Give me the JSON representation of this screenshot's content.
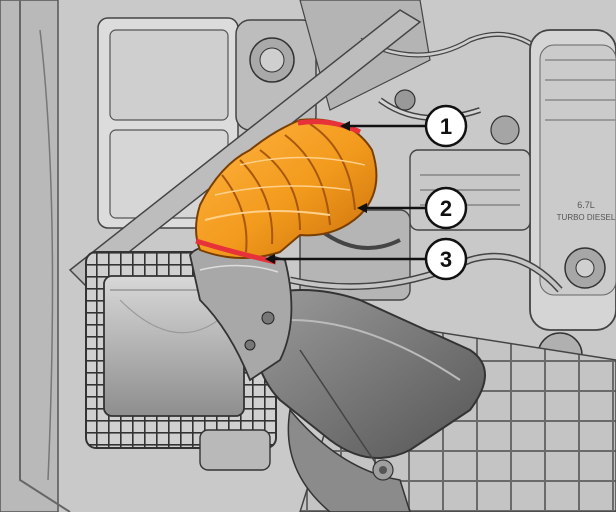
{
  "diagram": {
    "callouts": [
      {
        "number": "1"
      },
      {
        "number": "2"
      },
      {
        "number": "3"
      }
    ],
    "colors": {
      "background": "#c9c9c9",
      "intake_hose": "#f29a1c",
      "intake_hose_dark": "#b8620a",
      "clamp": "#e8323a",
      "callout_fill": "#ffffff",
      "callout_stroke": "#111111",
      "leader_line": "#111111"
    },
    "engine_badge": {
      "text": "TURBO DIESEL",
      "size_text": "6.7L"
    }
  }
}
